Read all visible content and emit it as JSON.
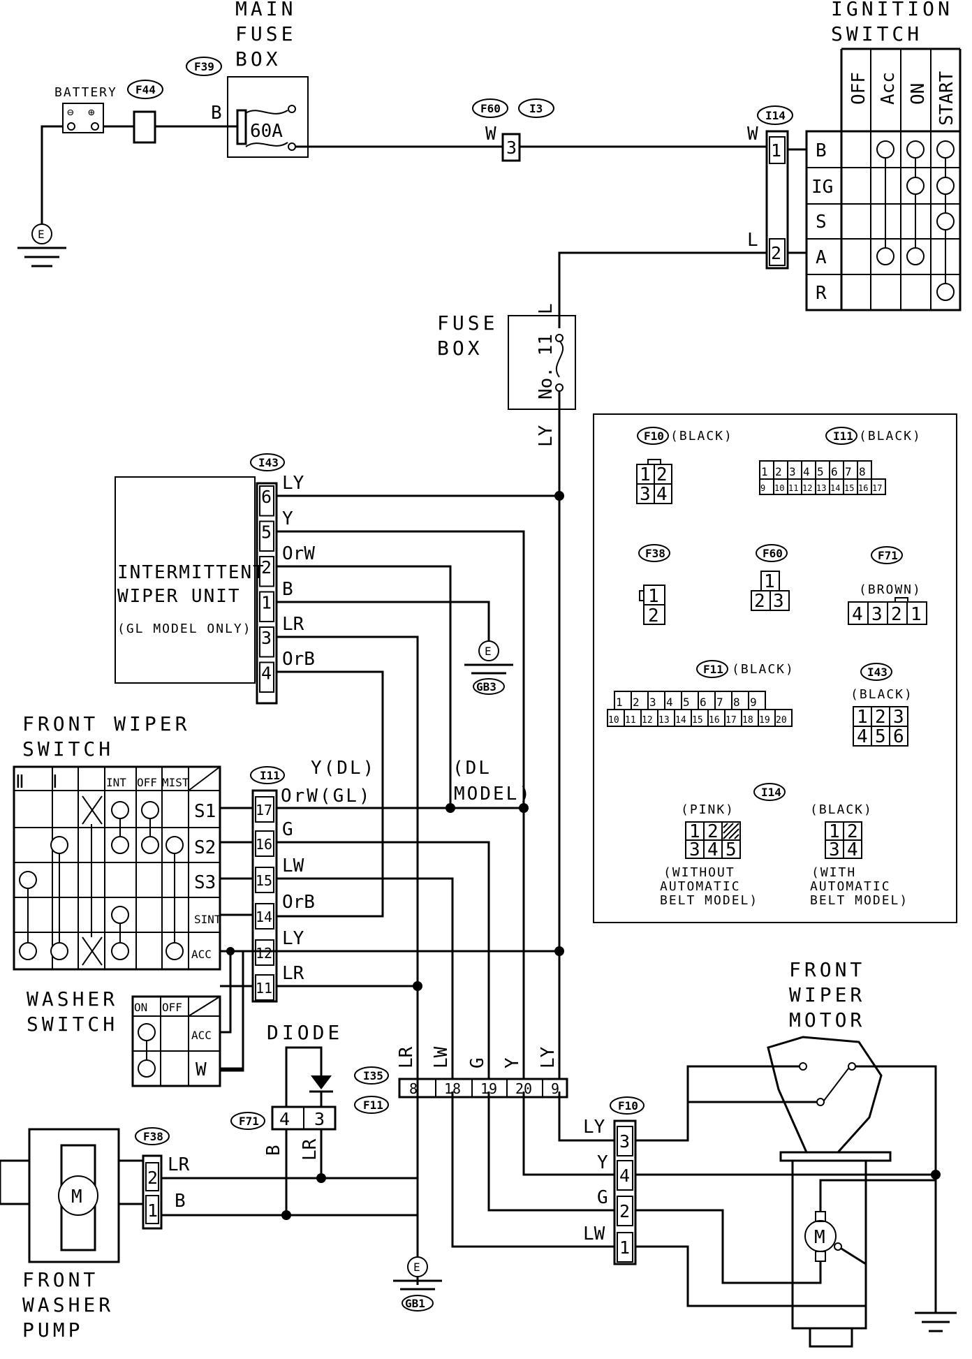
{
  "components": {
    "main_fuse_box": "MAIN FUSE BOX",
    "main_fuse_rating": "60A",
    "ignition_switch": "IGNITION SWITCH",
    "battery": "BATTERY",
    "fuse_box": "FUSE BOX",
    "fuse_no": "No. 11",
    "intermittent_wiper_unit": [
      "INTERMITTENT",
      "WIPER UNIT",
      "(GL MODEL ONLY)"
    ],
    "front_wiper_switch": [
      "FRONT WIPER",
      "SWITCH"
    ],
    "washer_switch": [
      "WASHER",
      "SWITCH"
    ],
    "diode": "DIODE",
    "front_wiper_motor": [
      "FRONT",
      "WIPER",
      "MOTOR"
    ],
    "front_washer_pump": [
      "FRONT",
      "WASHER",
      "PUMP"
    ],
    "dl_model": [
      "(DL",
      "MODEL)"
    ],
    "motor_symbol": "M",
    "ground": "E",
    "ground_gb3": "GB3",
    "ground_gb1": "GB1"
  },
  "connectors": {
    "f39": "F39",
    "f44": "F44",
    "f60": "F60",
    "i3": "I3",
    "i14": "I14",
    "i43": "I43",
    "i11": "I11",
    "i35": "I35",
    "f11": "F11",
    "f71": "F71",
    "f38": "F38",
    "f10": "F10"
  },
  "ignition_table": {
    "columns": [
      "OFF",
      "Acc",
      "ON",
      "START"
    ],
    "rows": [
      "B",
      "IG",
      "S",
      "A",
      "R"
    ]
  },
  "wiper_switch_table": {
    "columns": [
      "Ⅱ",
      "Ⅰ",
      "INT",
      "OFF",
      "MIST"
    ],
    "rows": [
      "S1",
      "S2",
      "S3",
      "SINT",
      "ACC"
    ]
  },
  "washer_switch_table": {
    "columns": [
      "ON",
      "OFF"
    ],
    "rows": [
      "ACC",
      "W"
    ]
  },
  "wires": {
    "b": "B",
    "w": "W",
    "l": "L",
    "ly": "LY",
    "y": "Y",
    "orw": "OrW",
    "orb": "OrB",
    "lr": "LR",
    "g": "G",
    "lw": "LW",
    "y_dl": "Y(DL)",
    "orw_gl": "OrW(GL)"
  },
  "legend": {
    "f10": {
      "id": "F10",
      "color": "(BLACK)",
      "rows": [
        [
          "1",
          "2"
        ],
        [
          "3",
          "4"
        ]
      ]
    },
    "i11": {
      "id": "I11",
      "color": "(BLACK)",
      "rows": [
        [
          "1",
          "2",
          "3",
          "4",
          "5",
          "6",
          "7",
          "8"
        ],
        [
          "9",
          "10",
          "11",
          "12",
          "13",
          "14",
          "15",
          "16",
          "17"
        ]
      ]
    },
    "f38": {
      "id": "F38",
      "rows": [
        [
          "1"
        ],
        [
          "2"
        ]
      ]
    },
    "f60": {
      "id": "F60",
      "rows": [
        [
          "1"
        ],
        [
          "2",
          "3"
        ]
      ]
    },
    "f71": {
      "id": "F71",
      "color": "(BROWN)",
      "rows": [
        [
          "4",
          "3",
          "2",
          "1"
        ]
      ]
    },
    "f11": {
      "id": "F11",
      "color": "(BLACK)",
      "rows": [
        [
          "1",
          "2",
          "3",
          "4",
          "5",
          "6",
          "7",
          "8",
          "9"
        ],
        [
          "10",
          "11",
          "12",
          "13",
          "14",
          "15",
          "16",
          "17",
          "18",
          "19",
          "20"
        ]
      ]
    },
    "i43": {
      "id": "I43",
      "color": "(BLACK)",
      "rows": [
        [
          "1",
          "2",
          "3"
        ],
        [
          "4",
          "5",
          "6"
        ]
      ]
    },
    "i14": {
      "id": "I14"
    },
    "i14_pink": {
      "color": "(PINK)",
      "rows": [
        [
          "1",
          "2"
        ],
        [
          "3",
          "4",
          "5"
        ]
      ],
      "note": [
        "(WITHOUT",
        "AUTOMATIC",
        "BELT MODEL)"
      ]
    },
    "i14_black": {
      "color": "(BLACK)",
      "rows": [
        [
          "1",
          "2"
        ],
        [
          "3",
          "4"
        ]
      ],
      "note": [
        "(WITH",
        "AUTOMATIC",
        "BELT MODEL)"
      ]
    }
  },
  "pins": {
    "i14": [
      "1",
      "2"
    ],
    "i43": [
      "6",
      "5",
      "2",
      "1",
      "3",
      "4"
    ],
    "i11": [
      "17",
      "16",
      "15",
      "14",
      "12",
      "11"
    ],
    "i35": [
      "8",
      "18",
      "19",
      "20",
      "9"
    ],
    "f10": [
      "3",
      "4",
      "2",
      "1"
    ],
    "f71": [
      "4",
      "3"
    ],
    "f38": [
      "2",
      "1"
    ],
    "f60": "3"
  }
}
